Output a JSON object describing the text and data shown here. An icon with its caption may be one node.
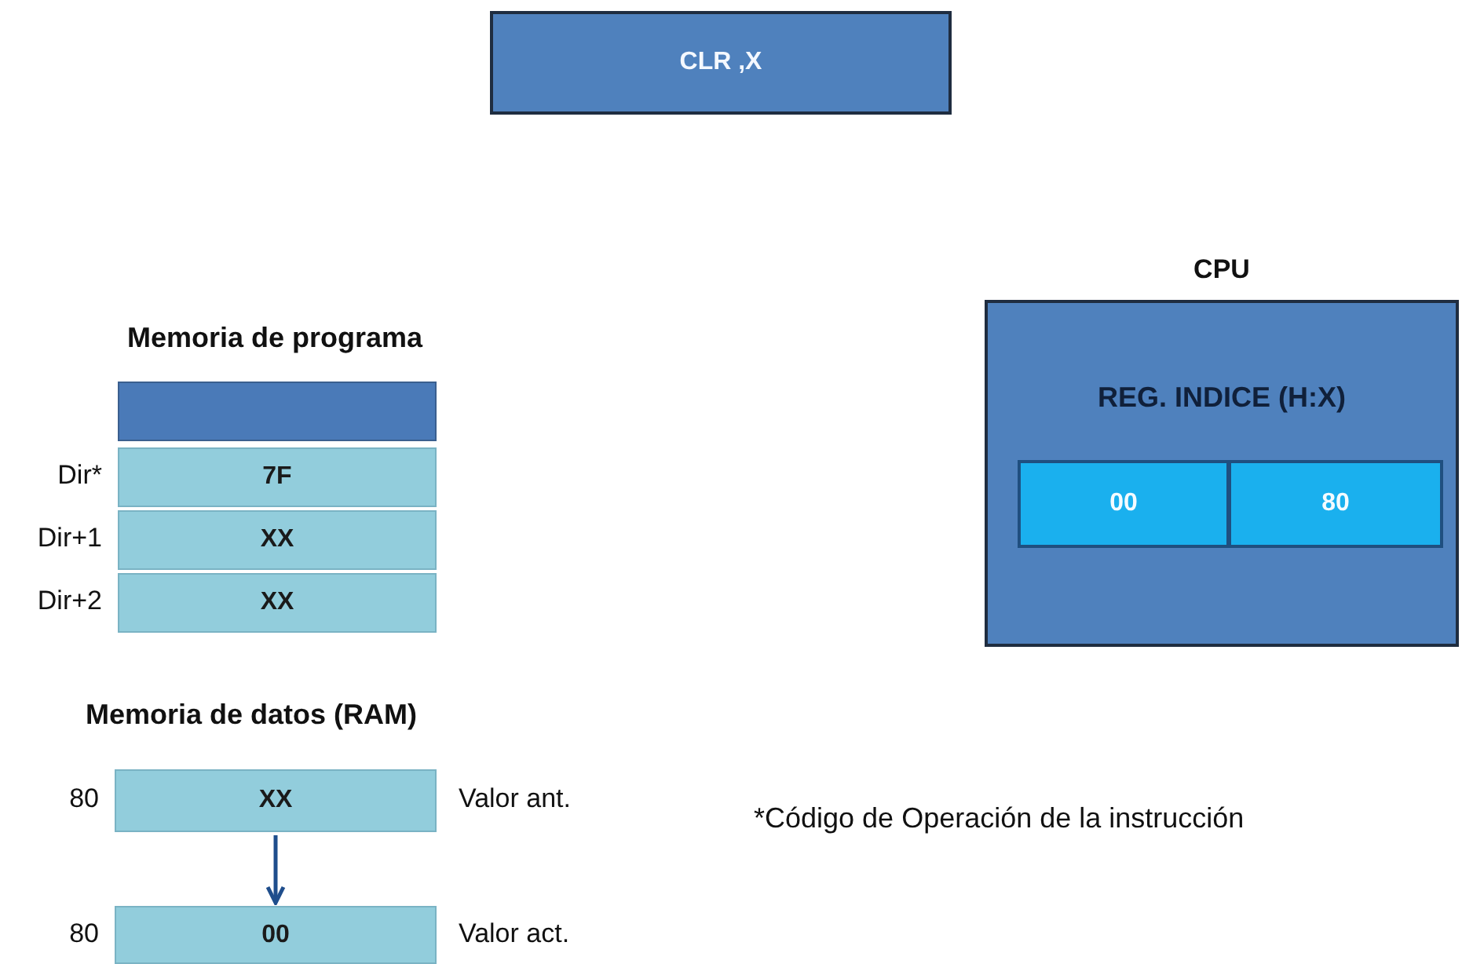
{
  "diagram": {
    "nodes": [
      {
        "text": [
          "CLR ,X"
        ]
      },
      {
        "text": [],
        "shape": "box"
      },
      {
        "text": [
          "7F"
        ],
        "beside": [
          "Dir*"
        ]
      },
      {
        "text": [
          "XX"
        ],
        "beside": [
          "Dir+1"
        ]
      },
      {
        "text": [
          "XX"
        ],
        "beside": [
          "Dir+2"
        ]
      },
      {
        "text": [
          "XX"
        ],
        "beside": [
          "80",
          "Valor ant."
        ]
      },
      {
        "text": [
          "00"
        ],
        "beside": [
          "80",
          "Valor act."
        ]
      },
      {
        "text": [
          "CPU",
          "REG. INDICE (H:X)"
        ]
      },
      {
        "text": [
          "00"
        ],
        "in": 7
      },
      {
        "text": [
          "80"
        ],
        "in": 7
      }
    ],
    "edges": [
      {
        "from": 5,
        "to": 6,
        "arrow": "to"
      }
    ],
    "labels": [
      "Memoria de programa",
      "Memoria de datos (RAM)",
      "*Código de Operación de la instrucción"
    ]
  }
}
